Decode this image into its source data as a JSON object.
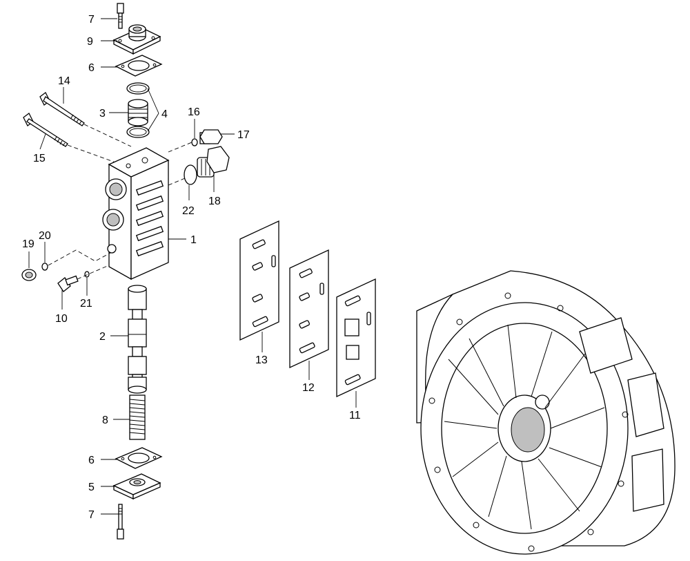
{
  "diagram": {
    "callouts": [
      {
        "id": "c7a",
        "text": "7"
      },
      {
        "id": "c9",
        "text": "9"
      },
      {
        "id": "c6a",
        "text": "6"
      },
      {
        "id": "c14",
        "text": "14"
      },
      {
        "id": "c3",
        "text": "3"
      },
      {
        "id": "c4",
        "text": "4"
      },
      {
        "id": "c16",
        "text": "16"
      },
      {
        "id": "c17",
        "text": "17"
      },
      {
        "id": "c15",
        "text": "15"
      },
      {
        "id": "c22",
        "text": "22"
      },
      {
        "id": "c18",
        "text": "18"
      },
      {
        "id": "c1",
        "text": "1"
      },
      {
        "id": "c19",
        "text": "19"
      },
      {
        "id": "c20",
        "text": "20"
      },
      {
        "id": "c21",
        "text": "21"
      },
      {
        "id": "c10",
        "text": "10"
      },
      {
        "id": "c2",
        "text": "2"
      },
      {
        "id": "c13",
        "text": "13"
      },
      {
        "id": "c12",
        "text": "12"
      },
      {
        "id": "c11",
        "text": "11"
      },
      {
        "id": "c8",
        "text": "8"
      },
      {
        "id": "c6b",
        "text": "6"
      },
      {
        "id": "c5",
        "text": "5"
      },
      {
        "id": "c7b",
        "text": "7"
      }
    ]
  }
}
